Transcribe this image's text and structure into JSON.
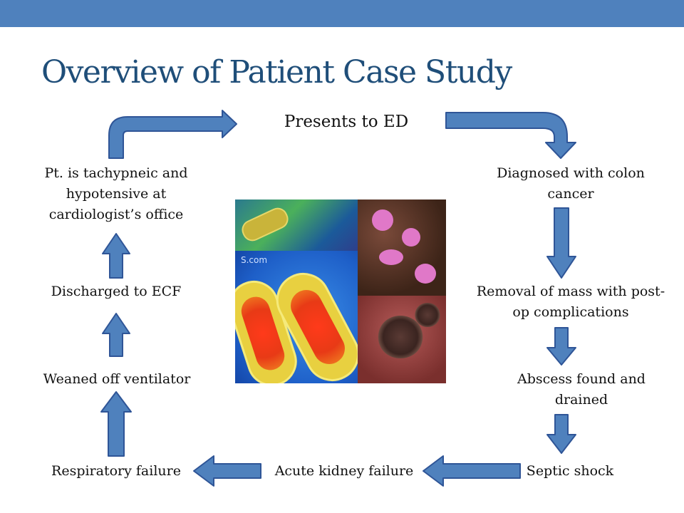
{
  "title": "Overview of Patient Case Study",
  "theme": {
    "accent": "#4f81bd",
    "arrow_fill": "#4f81bd",
    "arrow_stroke": "#2f5597",
    "title_color": "#1f4e79"
  },
  "steps": {
    "presents_ed": "Presents to ED",
    "diagnosed": "Diagnosed with colon cancer",
    "removal": "Removal of mass with post-op complications",
    "abscess": "Abscess found and drained",
    "septic": "Septic shock",
    "aki": "Acute kidney failure",
    "respiratory": "Respiratory failure",
    "weaned": "Weaned off ventilator",
    "discharged": "Discharged to ECF",
    "tachypneic": "Pt. is tachypneic and hypotensive at cardiologist’s office"
  },
  "image": {
    "watermark": "S.com"
  }
}
